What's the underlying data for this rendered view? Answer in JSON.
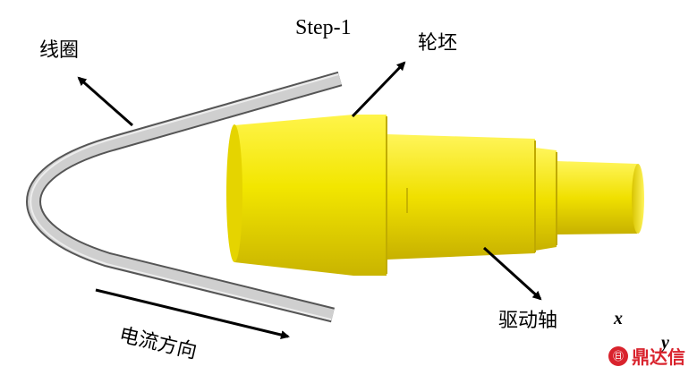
{
  "figure": {
    "step_label": "Step-1",
    "labels": {
      "coil": "线圈",
      "wheel_blank": "轮坯",
      "drive_shaft": "驱动轴",
      "current_direction": "电流方向"
    },
    "axes": {
      "x": "x",
      "y": "y"
    },
    "watermark": {
      "logo": "㊐",
      "text": "鼎达信"
    },
    "colors": {
      "coil_fill": "#c8c8c8",
      "coil_stroke": "#555555",
      "part_fill": "#f2e600",
      "part_shadow": "#cdb800",
      "part_highlight": "#fff44a",
      "arrow": "#000000",
      "watermark": "#d9232d"
    }
  }
}
